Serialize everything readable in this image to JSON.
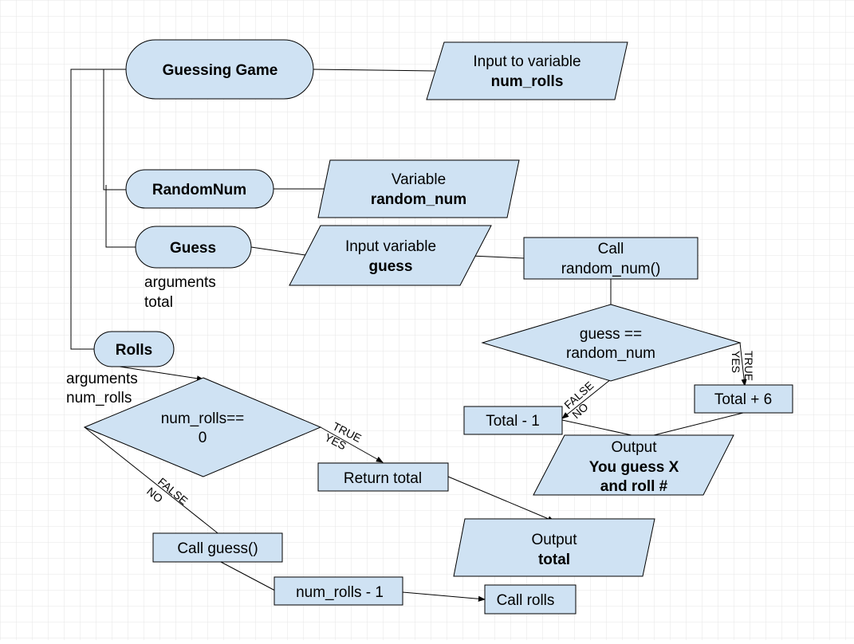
{
  "colors": {
    "shape_fill": "#cfe2f3",
    "stroke": "#000000",
    "grid": "#e6e6e6"
  },
  "nodes": {
    "guessing_game": "Guessing Game",
    "input_num_rolls": {
      "line1": "Input to variable",
      "line2": "num_rolls"
    },
    "random_num": "RandomNum",
    "variable_random_num": {
      "line1": "Variable",
      "line2": "random_num"
    },
    "guess": "Guess",
    "guess_args": {
      "line1": "arguments",
      "line2": "total"
    },
    "input_guess": {
      "line1": "Input variable",
      "line2": "guess"
    },
    "call_random": {
      "line1": "Call",
      "line2": "random_num()"
    },
    "guess_compare": {
      "line1": "guess ==",
      "line2": "random_num"
    },
    "total_plus": "Total + 6",
    "total_minus": "Total - 1",
    "output_guess": {
      "line1": "Output",
      "line2": "You guess X",
      "line3": "and roll #"
    },
    "rolls": "Rolls",
    "rolls_args": {
      "line1": "arguments",
      "line2": "num_rolls"
    },
    "num_rolls_check": {
      "line1": "num_rolls==",
      "line2": "0"
    },
    "return_total": "Return total",
    "output_total": {
      "line1": "Output",
      "line2": "total"
    },
    "call_guess": "Call guess()",
    "num_rolls_dec": "num_rolls - 1",
    "call_rolls": "Call rolls"
  },
  "edge_labels": {
    "true": "TRUE",
    "yes": "YES",
    "false": "FALSE",
    "no": "NO"
  }
}
